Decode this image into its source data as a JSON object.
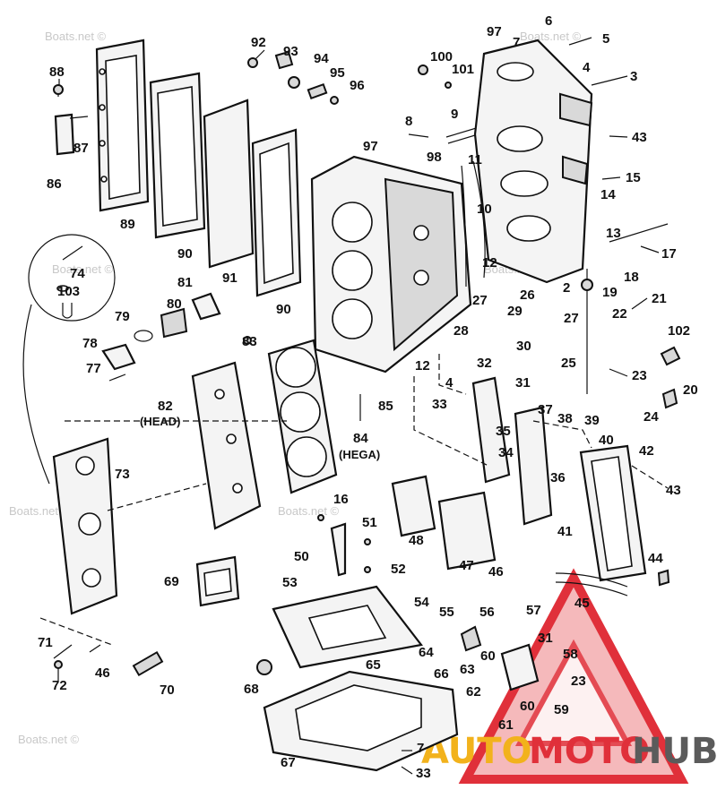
{
  "watermark": "Boats.net ©",
  "brand": {
    "part1": "AUTO",
    "part2": "MOTO",
    "part3": "HUB"
  },
  "colors": {
    "line": "#111111",
    "brand_red": "#e0303a",
    "brand_gold": "#f2b21c",
    "brand_gray": "#5b5b5b"
  },
  "callouts": {
    "head_label": "(HEAD)",
    "hega_label": "(HEGA)",
    "kit_label": "69"
  }
}
